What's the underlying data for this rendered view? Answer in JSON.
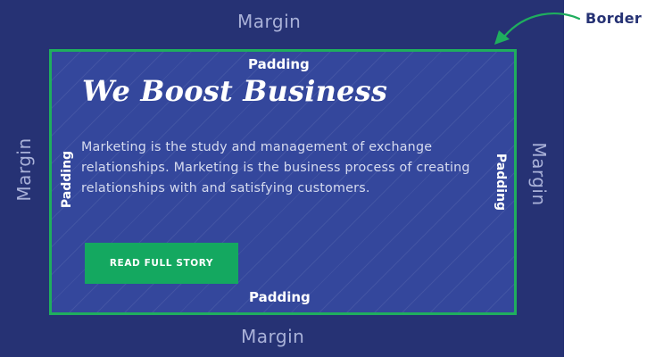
{
  "labels": {
    "margin": "Margin",
    "padding": "Padding",
    "border": "Border"
  },
  "content": {
    "headline": "We Boost Business",
    "body": "Marketing is the study and management of exchange relationships. Marketing is the business process of creating relationships with and satisfying customers.",
    "cta_label": "READ FULL STORY"
  },
  "colors": {
    "margin_area": "#263274",
    "padding_area": "#34479c",
    "border": "#1fae5e",
    "button": "#14a860",
    "margin_text": "#a9b1d8",
    "arrow": "#1fae5e"
  },
  "icons": {
    "callout_arrow": "curved-arrow-icon"
  }
}
